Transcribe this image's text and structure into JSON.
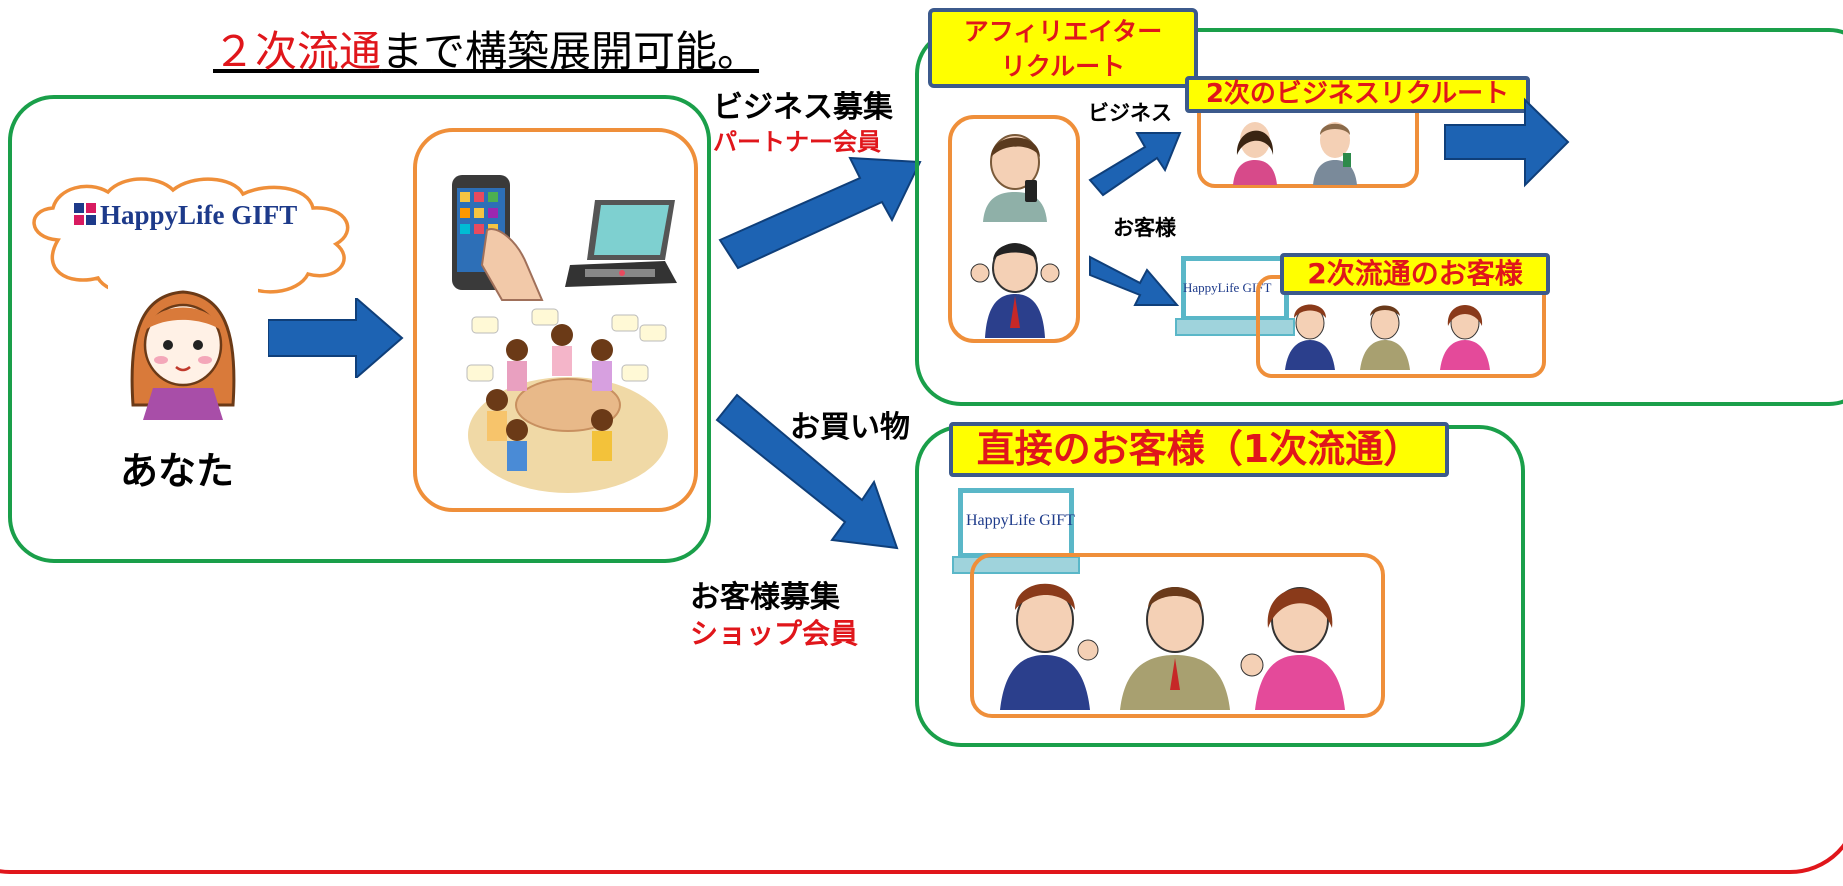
{
  "headline": {
    "red": "２次流通",
    "rest": "まで構築展開可能。"
  },
  "you_label": "あなた",
  "logo_text": "HappyLife GIFT",
  "arrows": {
    "business": {
      "title": "ビジネス募集",
      "sub": "パートナー会員"
    },
    "shopping": "お買い物",
    "customer": {
      "title": "お客様募集",
      "sub": "ショップ会員"
    }
  },
  "affiliate": {
    "title": "アフィリエイター\nリクルート",
    "business_label": "ビジネス",
    "customer_label": "お客様",
    "secondary_business": "2次のビジネスリクルート",
    "secondary_customer": "2次流通のお客様"
  },
  "direct": {
    "title": "直接のお客様（1次流通）"
  },
  "colors": {
    "frame": "#e0161b",
    "green": "#1a9f4a",
    "orange": "#ef8f3a",
    "arrow": "#1d63b3",
    "label_bg": "#ffff00",
    "label_border": "#3c5a8c"
  }
}
